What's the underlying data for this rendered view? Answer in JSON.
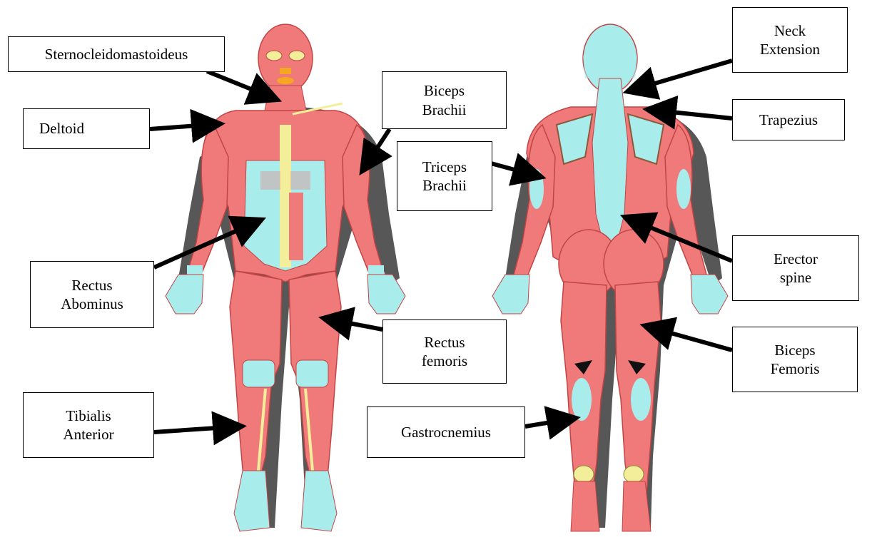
{
  "labels": {
    "sternocleidomastoideus": [
      "Sternocleidomastoideus"
    ],
    "deltoid": [
      "Deltoid"
    ],
    "biceps_brachii": [
      "Biceps",
      "Brachii"
    ],
    "triceps_brachii": [
      "Triceps",
      "Brachii"
    ],
    "rectus_abominus": [
      "Rectus",
      "Abominus"
    ],
    "rectus_femoris": [
      "Rectus",
      "femoris"
    ],
    "tibialis_anterior": [
      "Tibialis",
      "Anterior"
    ],
    "gastrocnemius": [
      "Gastrocnemius"
    ],
    "neck_extension": [
      "Neck",
      "Extension"
    ],
    "trapezius": [
      "Trapezius"
    ],
    "erector_spine": [
      "Erector",
      "spine"
    ],
    "biceps_femoris": [
      "Biceps",
      "Femoris"
    ]
  },
  "colors": {
    "muscle": "#f07a7a",
    "muscle_dark": "#d64a4a",
    "tendon": "#a8ecec",
    "bone_yellow": "#f3ee9a",
    "shadow": "#3a3a3a",
    "arrow": "#000000"
  },
  "figures": [
    "anterior-view-body",
    "posterior-view-body"
  ]
}
